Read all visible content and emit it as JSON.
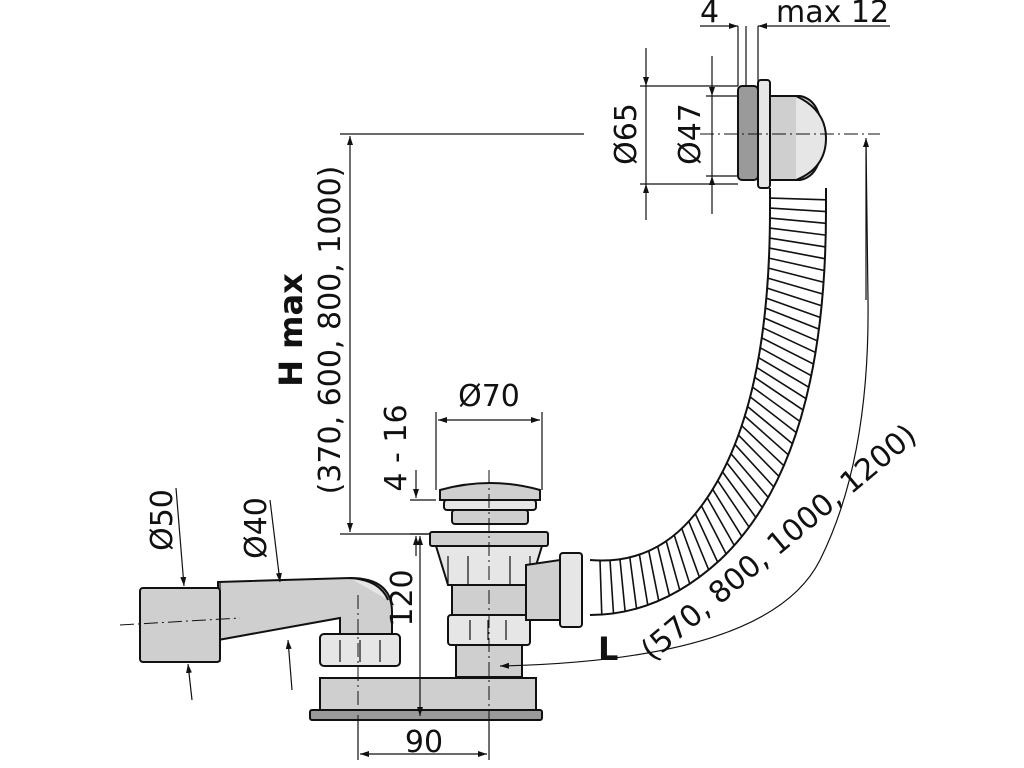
{
  "dimensions": {
    "thickness_4": "4",
    "max_12": "max 12",
    "d65": "Ø65",
    "d47": "Ø47",
    "h_max": "H max",
    "h_values": "(370, 600, 800, 1000)",
    "d70": "Ø70",
    "range_4_16": "4 - 16",
    "d50": "Ø50",
    "d40": "Ø40",
    "height_120": "120",
    "width_90": "90",
    "l_label": "L",
    "l_values": "(570, 800, 1000, 1200)"
  },
  "colors": {
    "line": "#111111",
    "part_fill": "#cfcfcf",
    "part_light": "#e6e6e6",
    "part_dark": "#9a9a9a"
  }
}
